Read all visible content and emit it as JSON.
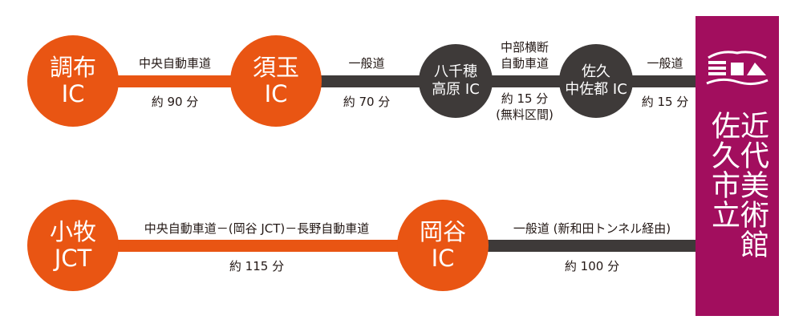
{
  "route1": {
    "nodes": [
      {
        "line1": "調布",
        "line2": "IC"
      },
      {
        "line1": "須玉",
        "line2": "IC"
      },
      {
        "line1": "八千穂",
        "line2": "高原 IC"
      },
      {
        "line1": "佐久",
        "line2": "中佐都 IC"
      }
    ],
    "segments": [
      {
        "road": "中央自動車道",
        "time": "約 90 分"
      },
      {
        "road": "一般道",
        "time": "約 70 分"
      },
      {
        "road_line1": "中部横断",
        "road_line2": "自動車道",
        "time": "約 15 分",
        "note": "(無料区間)"
      },
      {
        "road": "一般道",
        "time": "約 15 分"
      }
    ]
  },
  "route2": {
    "nodes": [
      {
        "line1": "小牧",
        "line2": "JCT"
      },
      {
        "line1": "岡谷",
        "line2": "IC"
      }
    ],
    "segments": [
      {
        "road": "中央自動車道－(岡谷 JCT)－長野自動車道",
        "time": "約 115 分"
      },
      {
        "road": "一般道 (新和田トンネル経由)",
        "time": "約 100 分"
      }
    ]
  },
  "destination": {
    "name_col1": "佐久市立",
    "name_col2": "近代美術館"
  },
  "colors": {
    "expressway": "#e95513",
    "local_road": "#3e3a39",
    "museum": "#a20e5e"
  }
}
